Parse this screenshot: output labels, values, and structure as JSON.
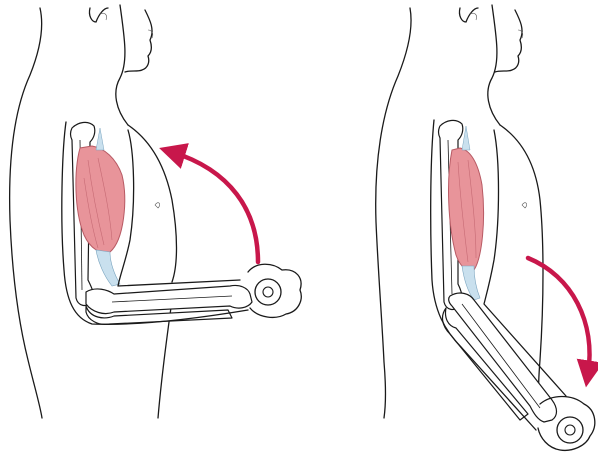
{
  "figure": {
    "panels": [
      {
        "id": "flexion",
        "description_icon": "arm-flexion",
        "arrow_direction": "upward"
      },
      {
        "id": "extension",
        "description_icon": "arm-extension",
        "arrow_direction": "downward"
      }
    ],
    "colors": {
      "muscle": "#e8949a",
      "muscle_stroke": "#b85a64",
      "tendon": "#c9e0ee",
      "arrow": "#c8174b",
      "outline": "#1a1a1a"
    }
  }
}
